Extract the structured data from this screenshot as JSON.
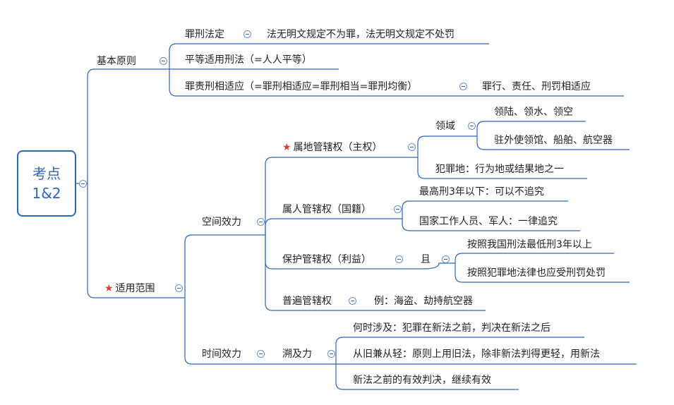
{
  "root": {
    "line1": "考点",
    "line2": "1&2"
  },
  "nodes": {
    "basic": "基本原则",
    "legality": "罪刑法定",
    "legality_desc": "法无明文规定不为罪，法无明文规定不处罚",
    "equality": "平等适用刑法（=人人平等）",
    "proportion": "罪责刑相适应（=罪刑相适应=罪刑相当=罪刑均衡）",
    "proportion_desc": "罪行、责任、刑罚相适应",
    "scope": "适用范围",
    "space": "空间效力",
    "territorial": "属地管辖权（主权）",
    "domain": "领域",
    "domain_a": "领陆、领水、领空",
    "domain_b": "驻外使领馆、船舶、航空器",
    "crime_place": "犯罪地：行为地或结果地之一",
    "personal": "属人管辖权（国籍）",
    "personal_a": "最高刑3年以下：可以不追究",
    "personal_b": "国家工作人员、军人：一律追究",
    "protective": "保护管辖权（利益）",
    "and": "且",
    "protective_a": "按照我国刑法最低刑3年以上",
    "protective_b": "按照犯罪地法律也应受刑罚处罚",
    "universal": "普遍管辖权",
    "universal_desc": "例：海盗、劫持航空器",
    "time": "时间效力",
    "retro": "溯及力",
    "retro_a": "何时涉及：犯罪在新法之前，判决在新法之后",
    "retro_b": "从旧兼从轻：原则上用旧法，除非新法判得更轻，用新法",
    "retro_c": "新法之前的有效判决，继续有效"
  },
  "star_symbol": "★",
  "colors": {
    "line": "#2f66b3",
    "root_border": "#2f66b3",
    "star": "#e03b3b"
  }
}
